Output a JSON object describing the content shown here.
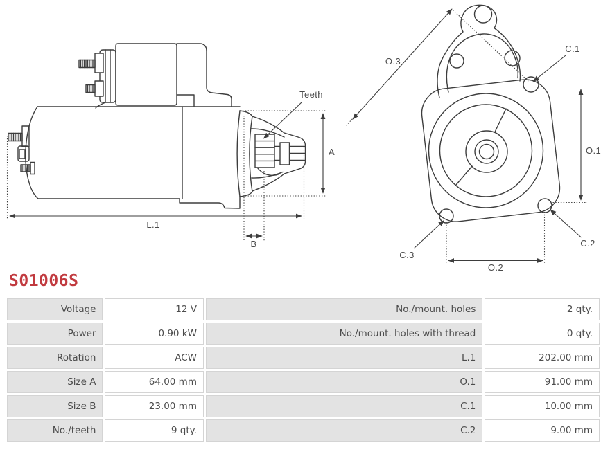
{
  "part_number": "S01006S",
  "colors": {
    "drawing_line": "#3d3d3d",
    "dimension_label": "#4a4a4a",
    "part_number_red": "#c13a3f",
    "table_label_bg": "#e3e3e3",
    "table_border": "#d4d4d4",
    "table_text": "#4c4c4c"
  },
  "diagram": {
    "side_view": {
      "labels": {
        "teeth": "Teeth",
        "size_a": "A",
        "length": "L.1",
        "size_b": "B"
      }
    },
    "front_view": {
      "labels": {
        "o3": "O.3",
        "c1": "C.1",
        "o1": "O.1",
        "c2": "C.2",
        "c3": "C.3",
        "o2": "O.2"
      }
    }
  },
  "specs": {
    "rows": [
      {
        "left_label": "Voltage",
        "left_value": "12 V",
        "right_label": "No./mount. holes",
        "right_value": "2 qty."
      },
      {
        "left_label": "Power",
        "left_value": "0.90 kW",
        "right_label": "No./mount. holes with thread",
        "right_value": "0 qty."
      },
      {
        "left_label": "Rotation",
        "left_value": "ACW",
        "right_label": "L.1",
        "right_value": "202.00 mm"
      },
      {
        "left_label": "Size A",
        "left_value": "64.00 mm",
        "right_label": "O.1",
        "right_value": "91.00 mm"
      },
      {
        "left_label": "Size B",
        "left_value": "23.00 mm",
        "right_label": "C.1",
        "right_value": "10.00 mm"
      },
      {
        "left_label": "No./teeth",
        "left_value": "9 qty.",
        "right_label": "C.2",
        "right_value": "9.00 mm"
      }
    ]
  }
}
